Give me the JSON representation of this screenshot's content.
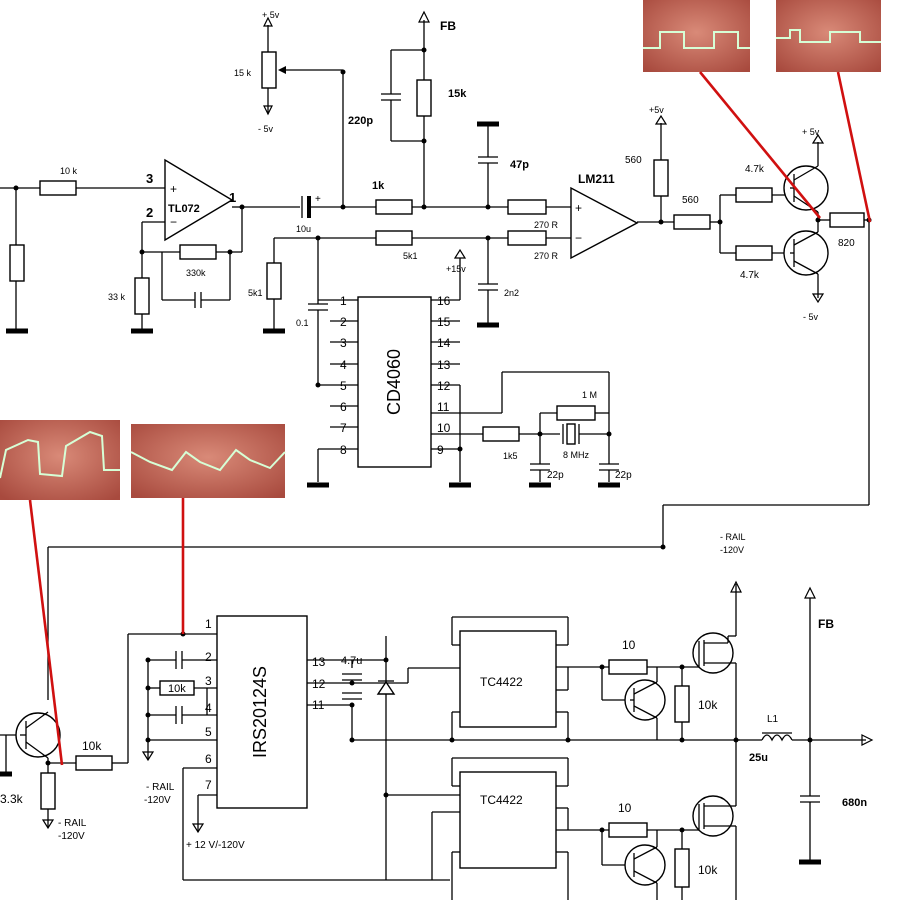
{
  "labels": {
    "fb_top": "FB",
    "fb_right": "FB",
    "p5v_a": "+ 5v",
    "m5v_a": "- 5v",
    "pot_15k": "15 k",
    "r_15k_fb": "15k",
    "c_220p": "220p",
    "r_10k_in": "10 k",
    "tl072": "TL072",
    "pin3": "3",
    "pin2": "2",
    "pin1": "1",
    "r_33k": "33 k",
    "r_330k": "330k",
    "c_10u": "10u",
    "r_1k": "1k",
    "c_47p": "47p",
    "r_5k1_a": "5k1",
    "r_5k1_b": "5k1",
    "c_01": "0.1",
    "p15v": "+15v",
    "c_2n2": "2n2",
    "r_270_a": "270 R",
    "r_270_b": "270 R",
    "lm211": "LM211",
    "p5v_lm": "+5v",
    "r_560_a": "560",
    "r_560_b": "560",
    "r_47k_a": "4.7k",
    "r_47k_b": "4.7k",
    "p5v_q": "+ 5v",
    "m5v_q": "- 5v",
    "r_820": "820",
    "cd4060": "CD4060",
    "cd_left_pins": [
      "1",
      "2",
      "3",
      "4",
      "5",
      "6",
      "7",
      "8"
    ],
    "cd_right_pins": [
      "16",
      "15",
      "14",
      "13",
      "12",
      "11",
      "10",
      "9"
    ],
    "r_1M": "1 M",
    "r_1k5": "1k5",
    "xtal": "8 MHz",
    "c_22p_a": "22p",
    "c_22p_b": "22p",
    "rail_top_1": "- RAIL",
    "rail_top_2": "-120V",
    "irs": "IRS20124S",
    "irs_left_pins": [
      "1",
      "2",
      "3",
      "4",
      "5",
      "6",
      "7"
    ],
    "irs_right_pins": [
      "13",
      "12",
      "11"
    ],
    "r_10k_irs": "10k",
    "rail_mid_1": "- RAIL",
    "rail_mid_2": "-120V",
    "rail_bot_1": "- RAIL",
    "rail_bot_2": "-120V",
    "supply_bot": "+ 12 V/-120V",
    "c_47u": "4.7u",
    "tc_a": "TC4422",
    "tc_b": "TC4422",
    "r_10_a": "10",
    "r_10_b": "10",
    "r_10k_ga": "10k",
    "r_10k_gb": "10k",
    "r_10k_bl": "10k",
    "r_33k_bl": "3.3k",
    "l1": "L1",
    "l1_val": "25u",
    "c_680n": "680n"
  },
  "colors": {
    "wire": "#000000",
    "probe_line": "#d01010",
    "scope_bg": "#c96a5c",
    "scope_trace": "#d6ffd6"
  }
}
